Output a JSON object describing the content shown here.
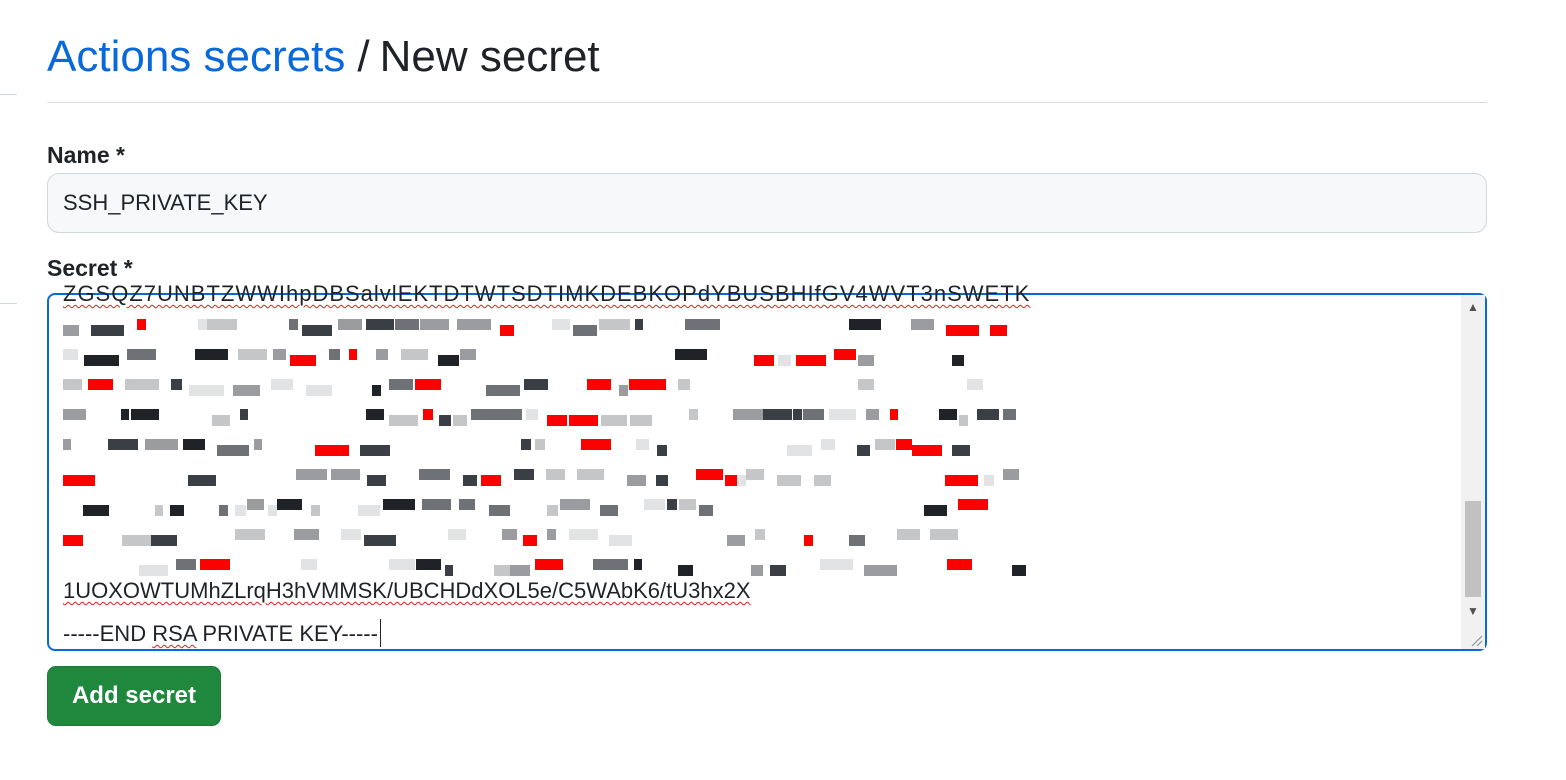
{
  "header": {
    "breadcrumb_link": "Actions secrets",
    "separator": "/",
    "current": "New secret"
  },
  "form": {
    "name_label": "Name *",
    "name_value": "SSH_PRIVATE_KEY",
    "secret_label": "Secret *",
    "secret_top_fragment": "ZGSQZ7UNBTZWWIhpDBSalvlEKTDTWTSDTIMKDEBKOPdYBUSBHIfGV4WVT3nSWETK",
    "secret_partial_line": "1UOXOWTUMhZLrqH3hVMMSK/UBCHDdXOL5e/C5WAbK6/tU3hx2X",
    "secret_last_line_prefix": "-----END ",
    "secret_last_line_word": "RSA",
    "secret_last_line_suffix": " PRIVATE KEY-----",
    "submit_label": "Add secret"
  },
  "colors": {
    "link": "#0969da",
    "focus_border": "#0969da",
    "button_bg": "#1f883d",
    "redaction_red": "#ff0000"
  },
  "icons": {
    "scroll_up": "triangle-up-icon",
    "scroll_down": "triangle-down-icon",
    "resize": "resize-grip-icon"
  }
}
